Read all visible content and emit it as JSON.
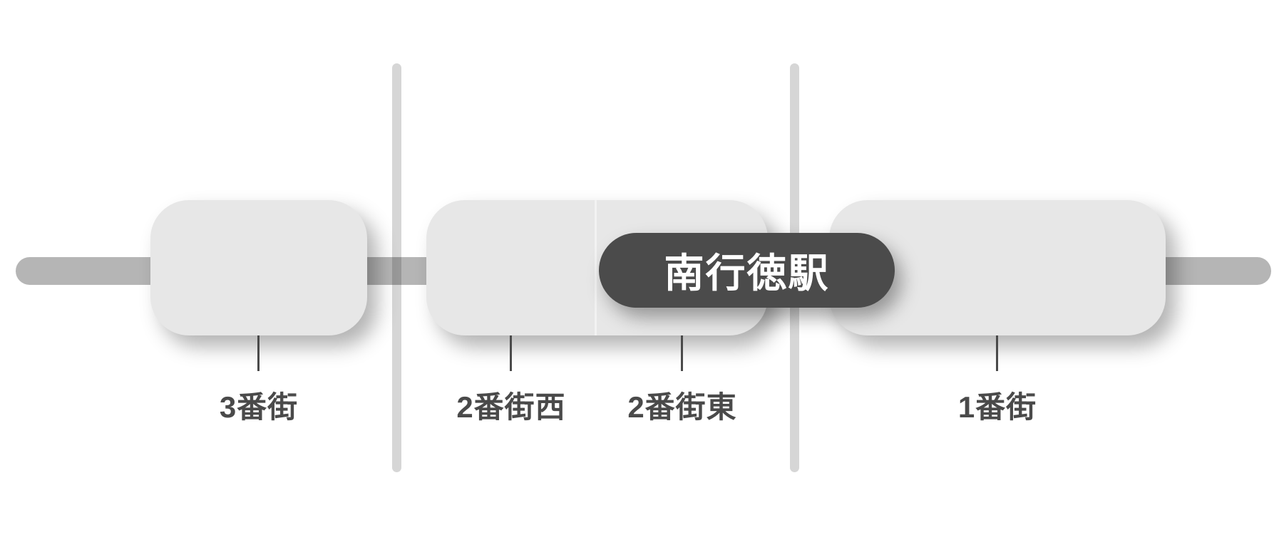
{
  "station": {
    "label": "南行徳駅"
  },
  "blocks": [
    {
      "label": "3番街"
    },
    {
      "label": "2番街西"
    },
    {
      "label": "2番街東"
    },
    {
      "label": "1番街"
    }
  ],
  "colors": {
    "background": "#ffffff",
    "main_road": "#b5b5b5",
    "cross_street": "rgba(0,0,0,0.16)",
    "block_fill": "#e7e7e7",
    "block_divider": "#f2f2f2",
    "station_fill": "#4b4b4b",
    "station_text": "#ffffff",
    "label_text": "#4a4a4a"
  }
}
